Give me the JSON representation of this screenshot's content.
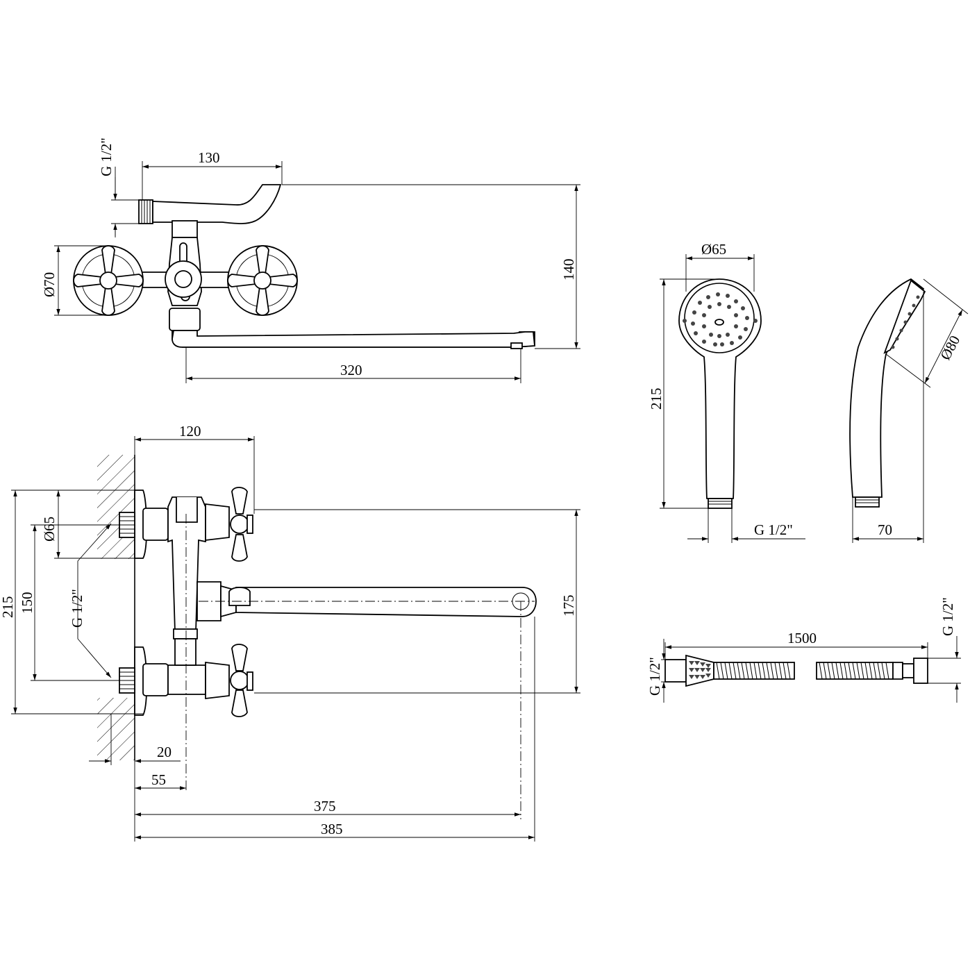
{
  "top_view": {
    "thread_label": "G 1/2\"",
    "handle_width": "130",
    "height_total": "140",
    "flange_diameter": "Ø70",
    "spout_length": "320"
  },
  "side_view": {
    "depth": "120",
    "height_total": "215",
    "inlet_spacing": "150",
    "flange_diameter": "Ø65",
    "thread_label": "G 1/2\"",
    "spout_height": "175",
    "offset_20": "20",
    "offset_55": "55",
    "length_375": "375",
    "length_385": "385"
  },
  "hand_shower": {
    "head_diameter": "Ø65",
    "length": "215",
    "thread_label": "G 1/2\"",
    "depth": "70",
    "face_diameter": "Ø80"
  },
  "hose": {
    "length": "1500",
    "thread_left": "G 1/2\"",
    "thread_right": "G 1/2\""
  }
}
